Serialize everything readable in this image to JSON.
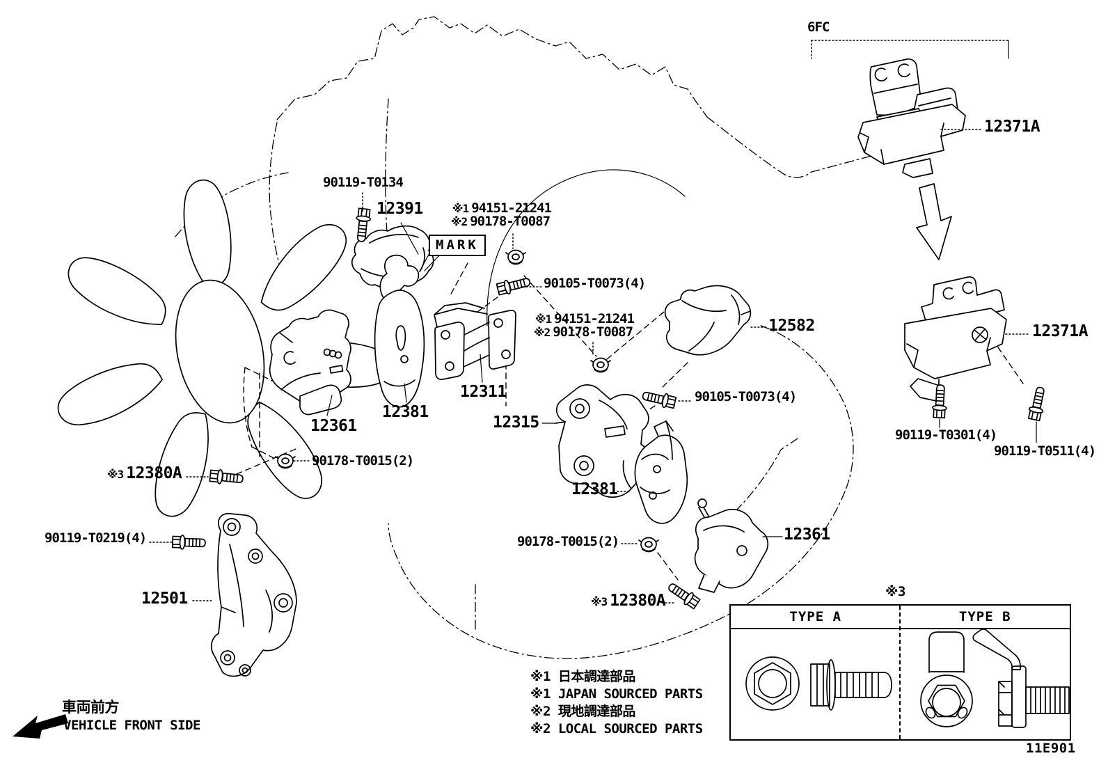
{
  "diagram_code": "11E901",
  "labels": [
    {
      "id": "group-6fc",
      "text": "6FC"
    },
    {
      "id": "12371a-top",
      "text": "12371A"
    },
    {
      "id": "90119-t0134",
      "text": "90119-T0134"
    },
    {
      "id": "12391",
      "text": "12391"
    },
    {
      "id": "ref1-top",
      "prefix": "※1",
      "text": "94151-21241"
    },
    {
      "id": "ref2-top",
      "prefix": "※2",
      "text": "90178-T0087"
    },
    {
      "id": "mark-box",
      "text": "MARK"
    },
    {
      "id": "90105-t0073-a",
      "text": "90105-T0073(4)"
    },
    {
      "id": "ref1-mid",
      "prefix": "※1",
      "text": "94151-21241"
    },
    {
      "id": "ref2-mid",
      "prefix": "※2",
      "text": "90178-T0087"
    },
    {
      "id": "12582",
      "text": "12582"
    },
    {
      "id": "90105-t0073-b",
      "text": "90105-T0073(4)"
    },
    {
      "id": "12311",
      "text": "12311"
    },
    {
      "id": "12315",
      "text": "12315"
    },
    {
      "id": "12361-left",
      "text": "12361"
    },
    {
      "id": "12381-left",
      "text": "12381"
    },
    {
      "id": "90178-t0015-left",
      "text": "90178-T0015(2)"
    },
    {
      "id": "12380a-left",
      "prefix": "※3",
      "text": "12380A"
    },
    {
      "id": "90119-t0219",
      "text": "90119-T0219(4)"
    },
    {
      "id": "12501",
      "text": "12501"
    },
    {
      "id": "12381-right",
      "text": "12381"
    },
    {
      "id": "90178-t0015-right",
      "text": "90178-T0015(2)"
    },
    {
      "id": "12380a-right",
      "prefix": "※3",
      "text": "12380A"
    },
    {
      "id": "12361-right",
      "text": "12361"
    },
    {
      "id": "12371a-right",
      "text": "12371A"
    },
    {
      "id": "90119-t0301",
      "text": "90119-T0301(4)"
    },
    {
      "id": "90119-t0511",
      "text": "90119-T0511(4)"
    }
  ],
  "legend": {
    "ref_mark": "※3",
    "type_a": "TYPE A",
    "type_b": "TYPE B"
  },
  "notes_lines": [
    "※1 日本調達部品",
    "※1 JAPAN SOURCED PARTS",
    "※2 現地調達部品",
    "※2 LOCAL SOURCED PARTS"
  ],
  "front_marker": {
    "jp": "車両前方",
    "en": "VEHICLE FRONT SIDE"
  },
  "footer": {
    "code": "11E901"
  },
  "colors": {
    "ink": "#000000",
    "background": "#ffffff"
  }
}
